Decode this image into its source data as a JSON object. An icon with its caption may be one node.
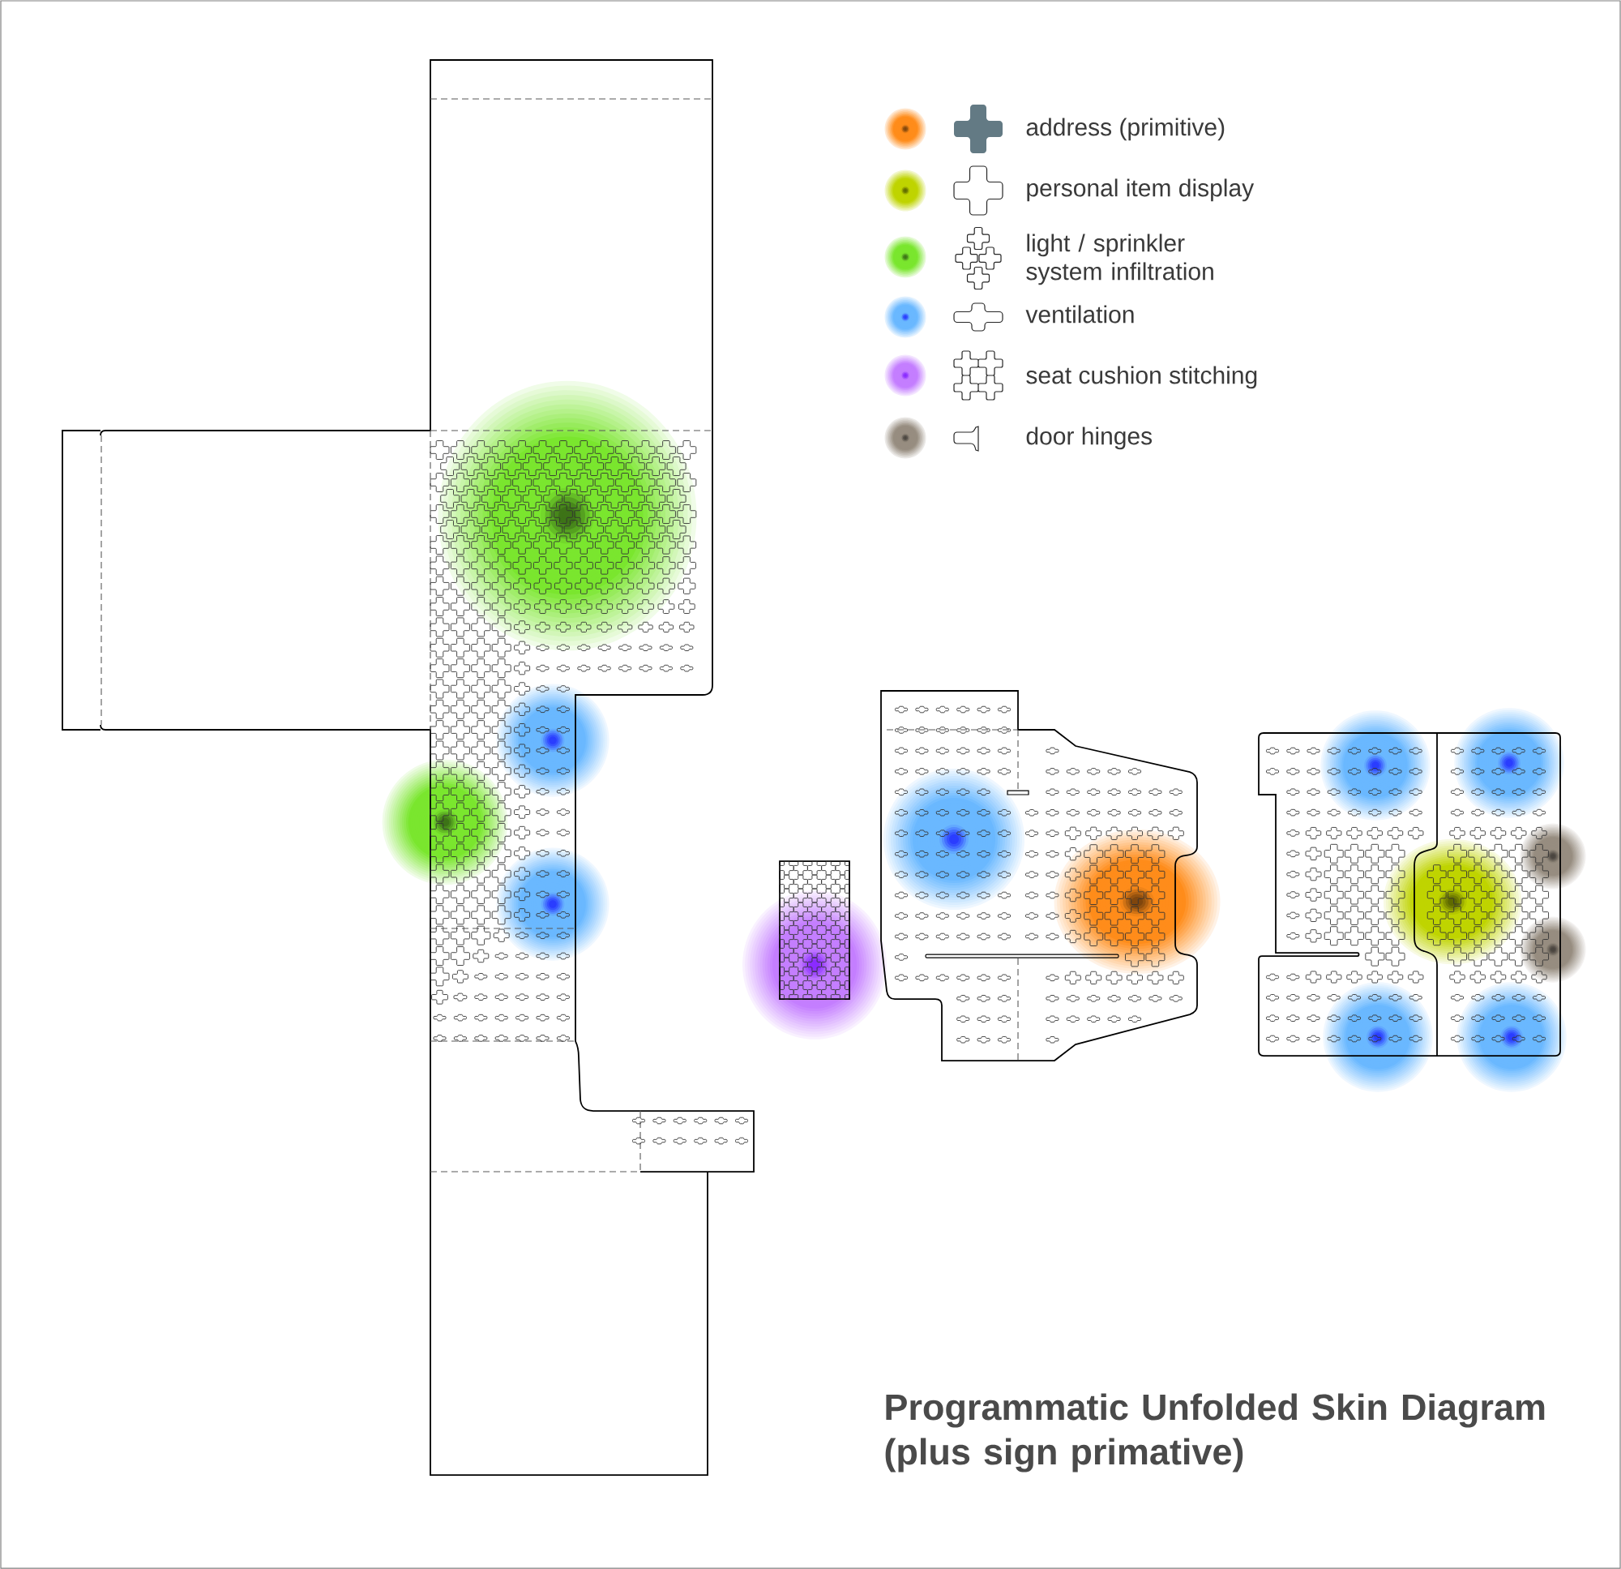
{
  "diagram": {
    "title": "Programmatic Unfolded Skin Diagram (plus sign primative)",
    "legend": [
      {
        "text": "address (primitive)",
        "color": "#ff8c1a"
      },
      {
        "text": "personal item display",
        "color": "#bfd400"
      },
      {
        "text": "light / sprinkler system infiltration",
        "color": "#7ae62e"
      },
      {
        "text": "ventilation",
        "color": "#6ab8ff"
      },
      {
        "text": "seat cushion stitching",
        "color": "#c47eff"
      },
      {
        "text": "door hinges",
        "color": "#978d80"
      }
    ]
  }
}
